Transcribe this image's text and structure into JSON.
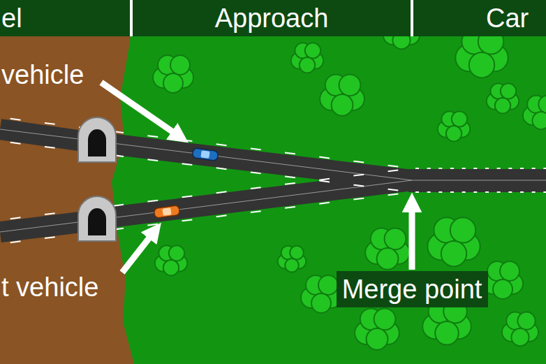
{
  "diagram": {
    "nodes": [
      {
        "text": [
          "el"
        ]
      },
      {
        "text": [
          "Approach"
        ]
      },
      {
        "text": [
          "Car"
        ]
      },
      {
        "text": [
          "Merge point"
        ]
      }
    ],
    "labels": [
      "vehicle",
      "t vehicle"
    ]
  }
}
